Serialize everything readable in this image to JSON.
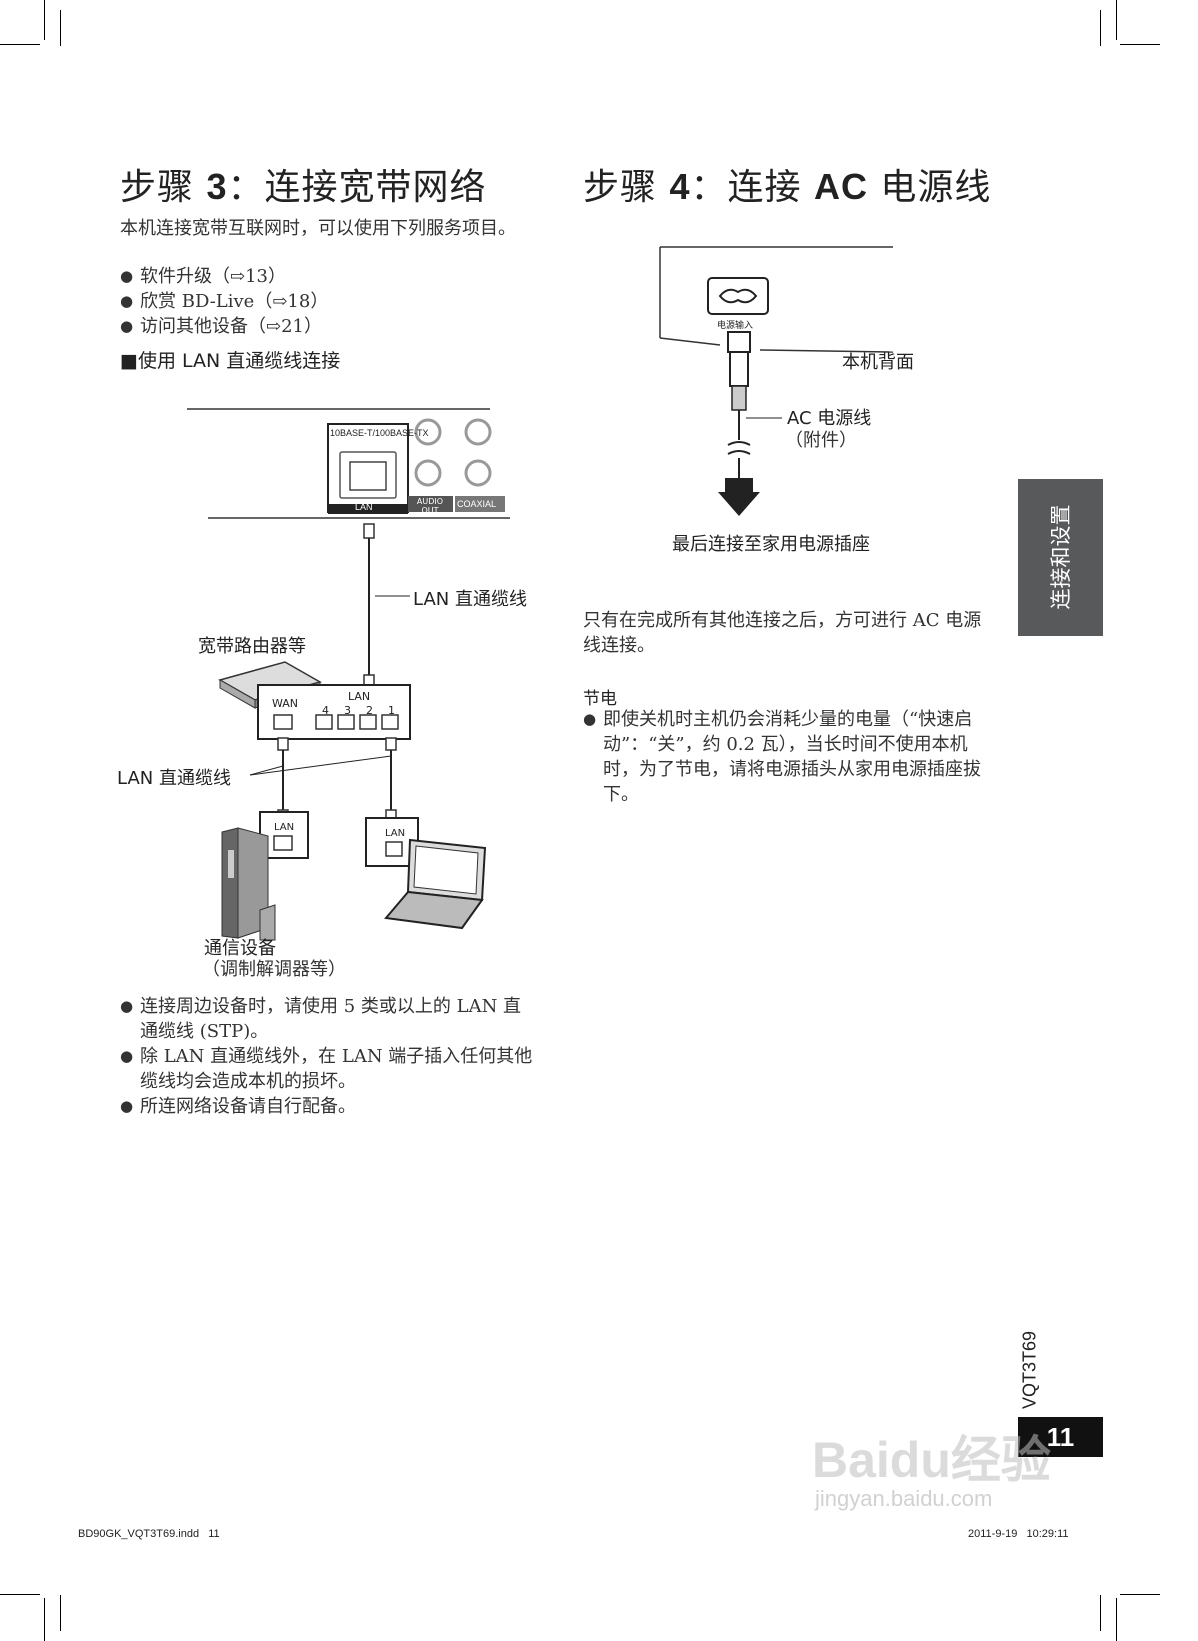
{
  "step3": {
    "title_prefix": "步骤",
    "title_num": "3",
    "title_rest": "：连接宽带网络",
    "intro": "本机连接宽带互联网时，可以使用下列服务项目。",
    "services": [
      "软件升级（⇨13）",
      "欣赏 BD-Live（⇨18）",
      "访问其他设备（⇨21）"
    ],
    "subheading": "■使用 LAN 直通缆线连接",
    "diagram": {
      "port_label": "10BASE-T/100BASE-TX",
      "lan_label": "LAN",
      "audio_out": "AUDIO OUT",
      "coaxial": "COAXIAL",
      "cable_label": "LAN 直通缆线",
      "router_label": "宽带路由器等",
      "router_wan": "WAN",
      "router_lan": "LAN",
      "router_ports": [
        "4",
        "3",
        "2",
        "1"
      ],
      "cable_label_2": "LAN 直通缆线",
      "device_lan_1": "LAN",
      "device_lan_2": "LAN",
      "comm_device": "通信设备",
      "comm_device_note": "（调制解调器等）"
    },
    "notes": [
      "连接周边设备时，请使用 5 类或以上的 LAN 直通缆线 (STP)。",
      "除 LAN 直通缆线外，在 LAN 端子插入任何其他缆线均会造成本机的损坏。",
      "所连网络设备请自行配备。"
    ]
  },
  "step4": {
    "title_prefix": "步骤",
    "title_num": "4",
    "title_mid": "：连接",
    "title_ac": "AC",
    "title_rest": "电源线",
    "diagram": {
      "power_input": "电源输入",
      "rear_label": "本机背面",
      "cord_label": "AC 电源线",
      "cord_note": "（附件）",
      "outlet_label": "最后连接至家用电源插座"
    },
    "body": "只有在完成所有其他连接之后，方可进行 AC 电源线连接。",
    "power_saving_title": "节电",
    "power_saving_text": "即使关机时主机仍会消耗少量的电量（“快速启动”：“关”，约 0.2 瓦），当长时间不使用本机时，为了节电，请将电源插头从家用电源插座拔下。"
  },
  "side_tab": "连接和设置",
  "model_code": "VQT3T69",
  "page_number": "11",
  "watermark": {
    "brand": "Baidu经验",
    "url": "jingyan.baidu.com"
  },
  "footer": {
    "file": "BD90GK_VQT3T69.indd   11",
    "timestamp": "2011-9-19   10:29:11"
  }
}
